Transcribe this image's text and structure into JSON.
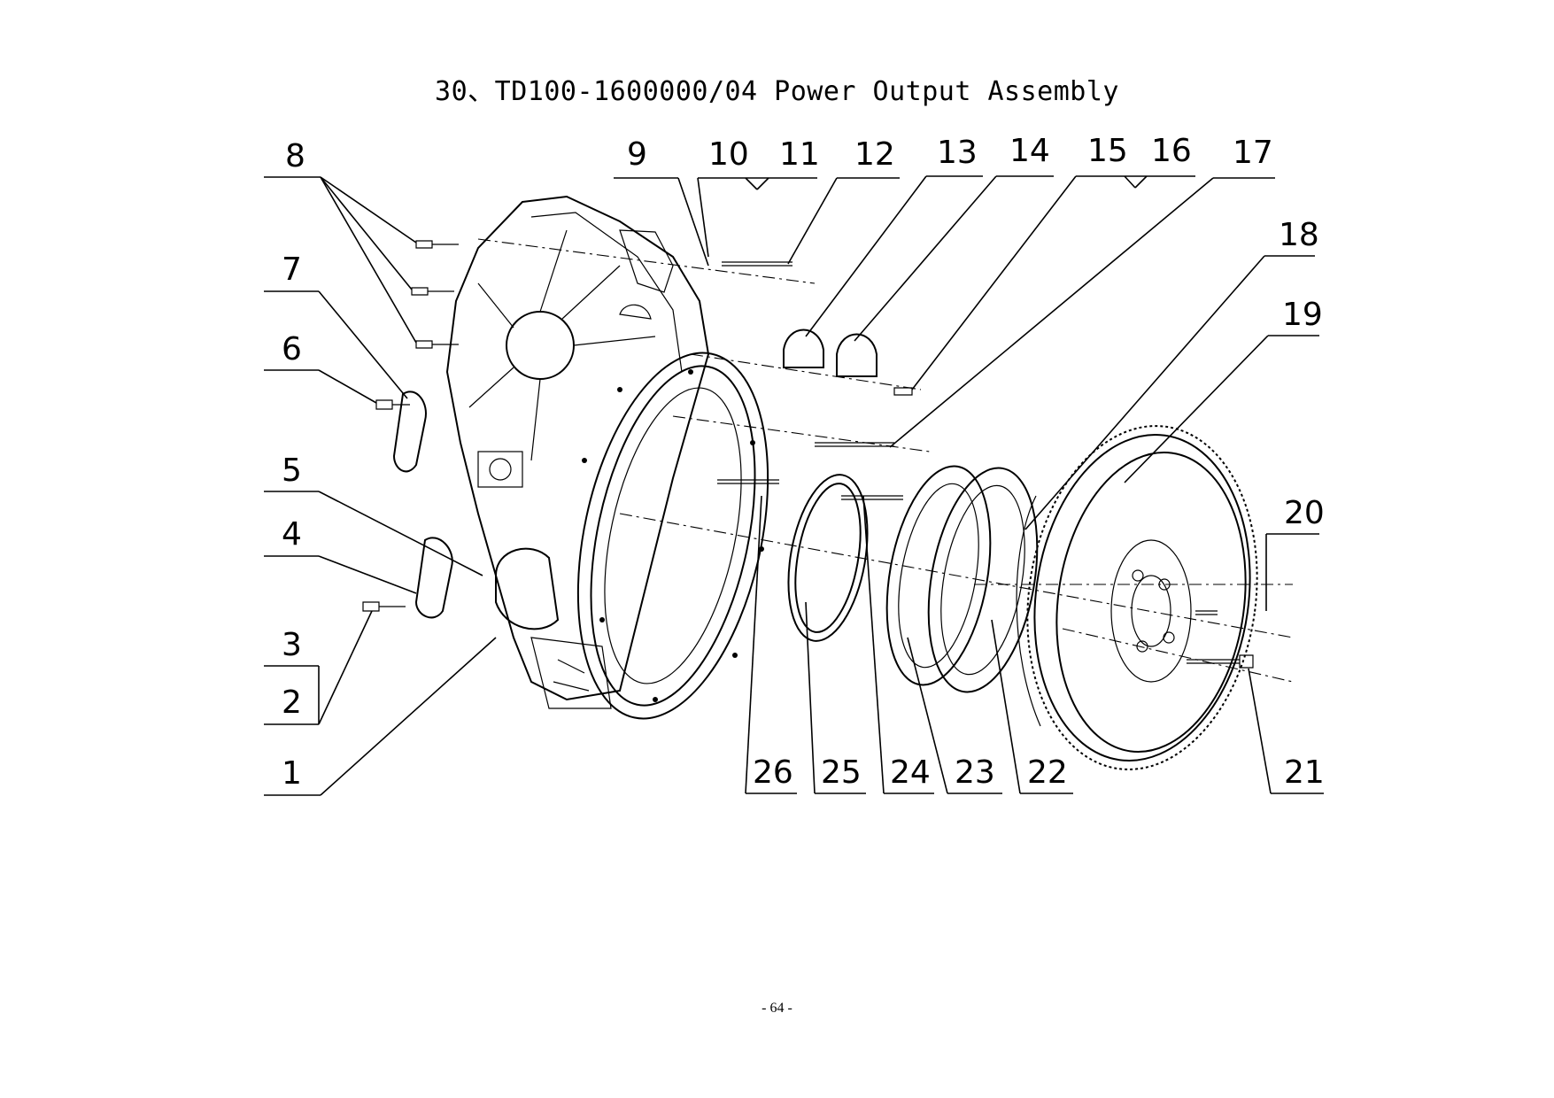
{
  "title": "30、TD100-1600000/04  Power Output Assembly",
  "page_number": "- 64 -",
  "callouts": [
    "1",
    "2",
    "3",
    "4",
    "5",
    "6",
    "7",
    "8",
    "9",
    "10",
    "11",
    "12",
    "13",
    "14",
    "15",
    "16",
    "17",
    "18",
    "19",
    "20",
    "21",
    "22",
    "23",
    "24",
    "25",
    "26"
  ]
}
